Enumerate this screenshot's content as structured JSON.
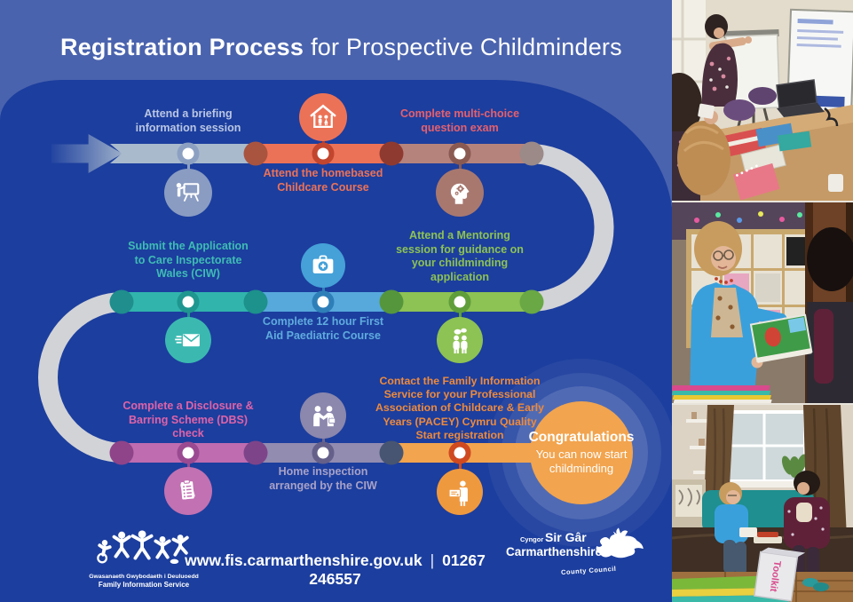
{
  "title": {
    "bold": "Registration Process",
    "regular": "for Prospective Childminders"
  },
  "colors": {
    "background_light": "#4a63ae",
    "background_dark": "#1c3e9e",
    "path_gray": "#d2d3d7",
    "steel": "#a9bacd",
    "coral": "#ec7257",
    "mauve": "#b5837c",
    "teal": "#31b4ac",
    "light_blue": "#57a9dc",
    "green": "#8dc254",
    "pink": "#bf6cb0",
    "purple_gray": "#928cb0",
    "orange": "#f2a44e"
  },
  "steps": [
    {
      "name": "briefing-session",
      "icon": "presentation-icon",
      "label": "Attend a briefing\ninformation session"
    },
    {
      "name": "homebased-childcare-course",
      "icon": "house-children-icon",
      "label": "Attend the homebased\nChildcare Course"
    },
    {
      "name": "multi-choice-exam",
      "icon": "head-gears-icon",
      "label": "Complete multi-choice\nquestion exam"
    },
    {
      "name": "mentoring-session",
      "icon": "mentoring-icon",
      "label": "Attend a Mentoring\nsession for guidance on\nyour childminding\napplication"
    },
    {
      "name": "first-aid-course",
      "icon": "first-aid-kit-icon",
      "label": "Complete 12 hour First\nAid Paediatric Course"
    },
    {
      "name": "submit-application-ciw",
      "icon": "envelope-icon",
      "label": "Submit the Application\nto Care Inspectorate\nWales (CIW)"
    },
    {
      "name": "dbs-check",
      "icon": "clipboard-icon",
      "label": "Complete a Disclosure &\nBarring Scheme (DBS)\ncheck"
    },
    {
      "name": "home-inspection",
      "icon": "handshake-icon",
      "label": "Home inspection\narranged by the CIW"
    },
    {
      "name": "pacey-registration",
      "icon": "certificate-icon",
      "label": "Contact the Family Information\nService for your Professional\nAssociation of Childcare & Early\nYears (PACEY) Cymru Quality\nStart registration"
    }
  ],
  "congratulations": {
    "title": "Congratulations",
    "subtitle": "You can now start\nchildminding"
  },
  "footer": {
    "website": "www.fis.carmarthenshire.gov.uk",
    "separator": "|",
    "phone": "01267 246557",
    "fis_logo": {
      "welsh": "Gwasanaeth Gwybodaeth i Deuluoedd",
      "english": "Family Information Service"
    },
    "council_logo": {
      "cyngor": "Cyngor",
      "sir_gar": "Sir Gâr",
      "carmarthenshire": "Carmarthenshire",
      "county_council": "County Council"
    }
  },
  "photos": {
    "toolkit_label": "Toolkit"
  }
}
